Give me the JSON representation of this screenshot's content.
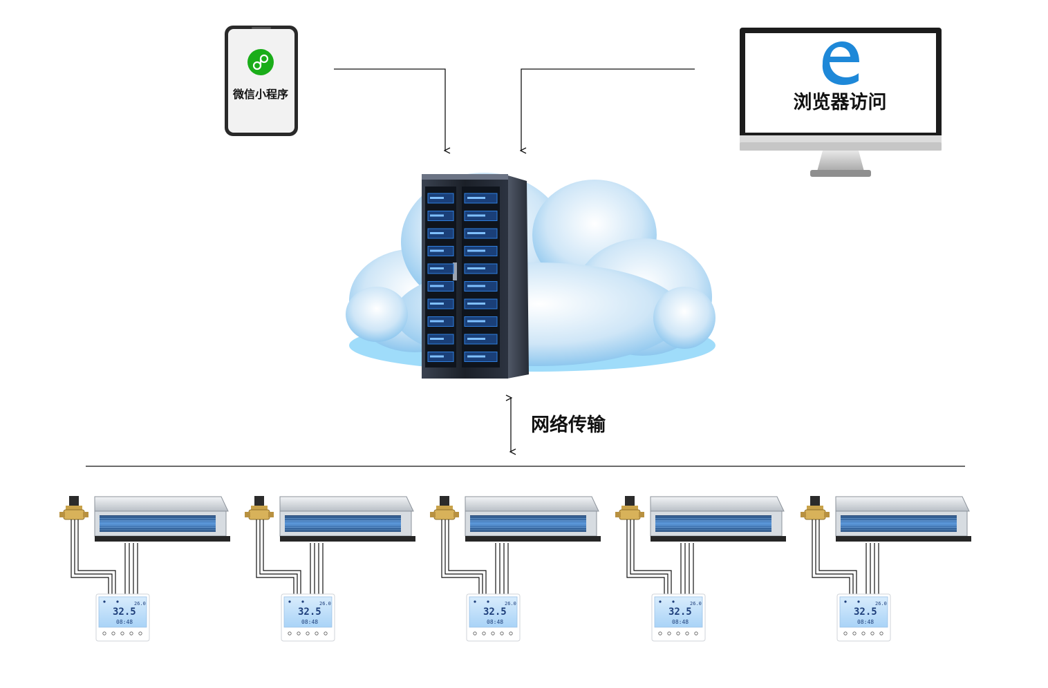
{
  "mini_program": {
    "label": "微信小程序",
    "icon": "mini-program-icon"
  },
  "browser": {
    "label": "浏览器访问",
    "icon": "edge-browser-icon"
  },
  "cloud": {
    "icon": "cloud-server-icon"
  },
  "network": {
    "label": "网络传输"
  },
  "units": [
    {
      "temp": "32.5",
      "set": "26.0",
      "time": "08:48"
    },
    {
      "temp": "32.5",
      "set": "26.0",
      "time": "08:48"
    },
    {
      "temp": "32.5",
      "set": "26.0",
      "time": "08:48"
    },
    {
      "temp": "32.5",
      "set": "26.0",
      "time": "08:48"
    },
    {
      "temp": "32.5",
      "set": "26.0",
      "time": "08:48"
    }
  ],
  "colors": {
    "wechat_green": "#1aad19",
    "edge_blue": "#1e88d8",
    "server_blue": "#2f7fe0",
    "cloud_blue": "#9fd3f5",
    "lcd_blue": "#bfe0fb"
  }
}
